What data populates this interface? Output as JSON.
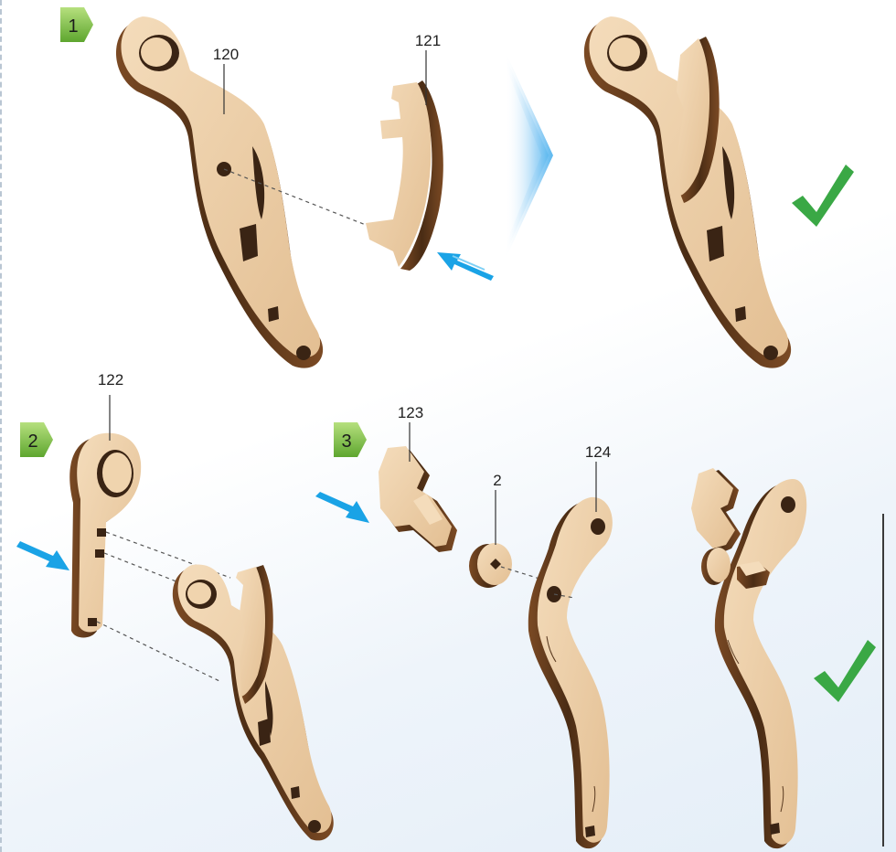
{
  "steps": [
    {
      "number": "1"
    },
    {
      "number": "2"
    },
    {
      "number": "3"
    }
  ],
  "parts": {
    "p120": "120",
    "p121": "121",
    "p122": "122",
    "p123": "123",
    "p2": "2",
    "p124": "124"
  },
  "colors": {
    "wood_face": "#e9c9a0",
    "wood_face_light": "#f1d8b5",
    "wood_edge": "#6e4422",
    "wood_edge_dark": "#3f2612",
    "hole": "#3a2414",
    "step_badge": "#7dbd45",
    "step_badge_light": "#a9d873",
    "arrow_blue": "#1aa3e6",
    "check_green": "#3aa845",
    "dashed": "#555555"
  }
}
